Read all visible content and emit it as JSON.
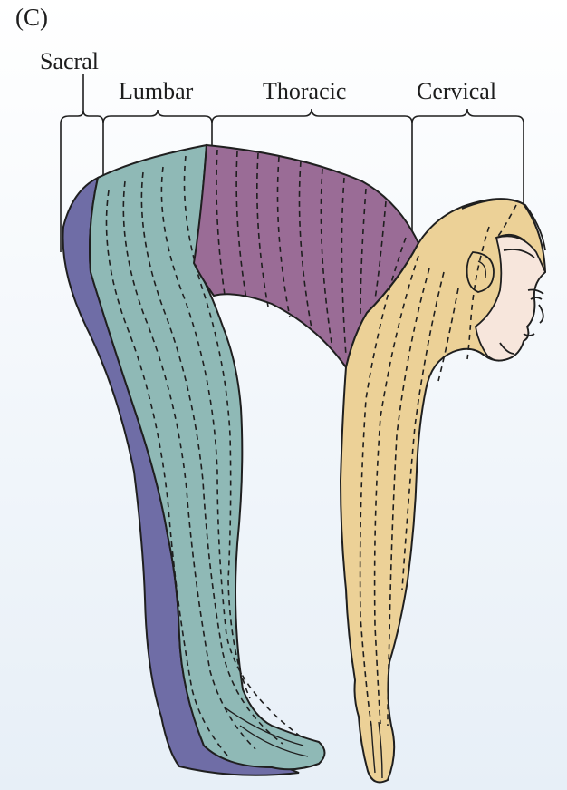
{
  "panel": {
    "label": "(C)"
  },
  "regions": {
    "sacral": {
      "label": "Sacral",
      "color": "#6f6da6"
    },
    "lumbar": {
      "label": "Lumbar",
      "color": "#8fb9b6"
    },
    "thoracic": {
      "label": "Thoracic",
      "color": "#9a6c96"
    },
    "cervical": {
      "label": "Cervical",
      "color": "#ecd197"
    }
  },
  "colors": {
    "outline": "#1f1f1f",
    "skin_face": "#f7e6dc",
    "background_top": "#ffffff",
    "background_bottom": "#e7eff7"
  }
}
